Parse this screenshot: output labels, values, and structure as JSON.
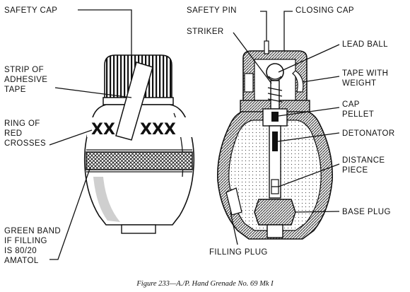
{
  "figure": {
    "caption": "Figure 233—A./P. Hand Grenade No. 69 Mk I"
  },
  "left_view": {
    "labels": {
      "safety_cap": "SAFETY CAP",
      "strip_1": "STRIP OF",
      "strip_2": "ADHESIVE",
      "strip_3": "TAPE",
      "ring_1": "RING OF",
      "ring_2": "RED",
      "ring_3": "CROSSES",
      "band_1": "GREEN BAND",
      "band_2": "IF FILLING",
      "band_3": "IS 80/20",
      "band_4": "AMATOL"
    },
    "crosses_left": "XX",
    "crosses_right": "XXX"
  },
  "right_view": {
    "labels": {
      "safety_pin": "SAFETY PIN",
      "closing_cap": "CLOSING CAP",
      "striker": "STRIKER",
      "lead_ball": "LEAD BALL",
      "tape_1": "TAPE WITH",
      "tape_2": "WEIGHT",
      "cap_1": "CAP",
      "cap_2": "PELLET",
      "detonator": "DETONATOR",
      "distance_1": "DISTANCE",
      "distance_2": "PIECE",
      "base_plug": "BASE PLUG",
      "filling_plug": "FILLING PLUG"
    }
  }
}
